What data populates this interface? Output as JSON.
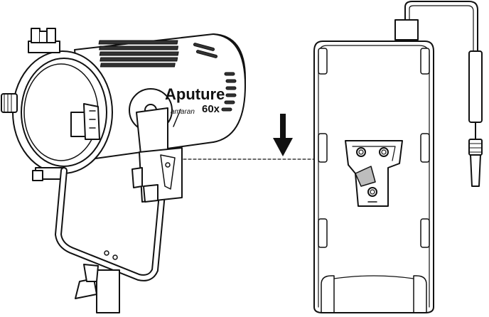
{
  "light": {
    "brand": "Aputure",
    "series": "amaran",
    "model": "60x"
  },
  "colors": {
    "line": "#111111",
    "fill": "#ffffff",
    "shade": "#bdbdbd",
    "dark_grille": "#333333"
  },
  "icons": {
    "direction_arrow": "arrow-down-icon",
    "mount_arrow": "dashed-arrow-right-icon"
  }
}
